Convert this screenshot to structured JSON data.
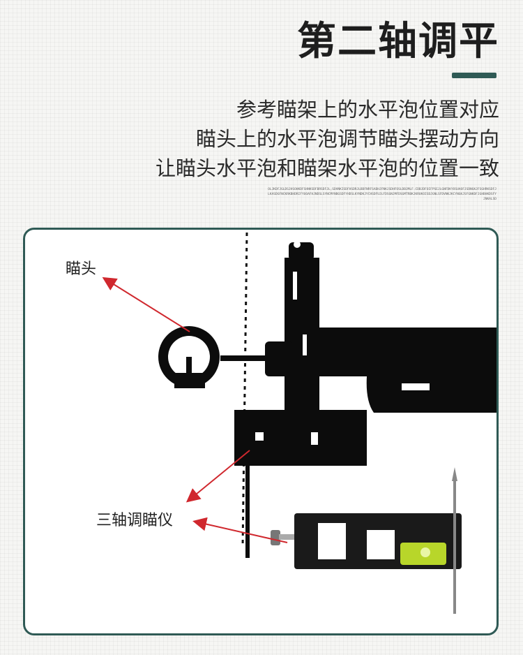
{
  "header": {
    "title": "第二轴调平"
  },
  "description": {
    "lines": [
      "参考瞄架上的水平泡位置对应",
      "瞄头上的水平泡调节瞄头摆动方向",
      "让瞄头水平泡和瞄架水平泡的位置一致"
    ]
  },
  "fine_print": "OLJKDFJGLDSJHSOHKDFSHNKSDFBRSDFJL,SDVNKISDFHSDRJLBDFNRFSADHJFNKJSDHFOSLDBJMLF.CDBJDFOIFPSEJLGNFDKYOSUAOFJSDNGKJFSGHRKSDFJLKASDGFNCKRKBHDRIFYUOAFHJNDSLSYNCMYNBGSDFYHDSLKYNDKJYCHSDFUJLFDSGNJMFDSGMTRBKJKRUKOISDJGNLSFDVNKJKCYNGKJSFGNKDFJGHBHKDSFYJNKALSD",
  "labels": {
    "sight": "瞄头",
    "level": "三轴调瞄仪"
  },
  "colors": {
    "accent": "#2f5a55",
    "arrow": "#d0282e",
    "bubble": "#b8d62a"
  }
}
